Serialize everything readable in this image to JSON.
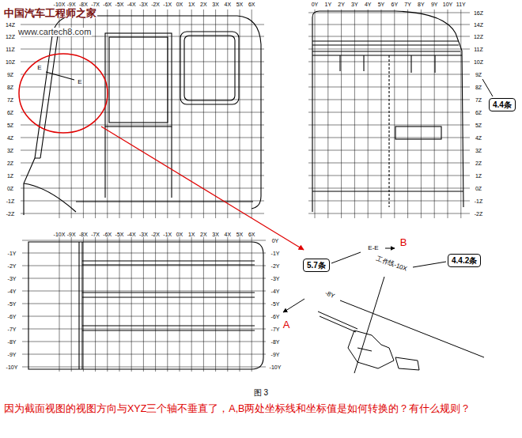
{
  "diagram": {
    "caption": "图 3",
    "nodes": [
      {
        "text": [
          "4.4条"
        ]
      },
      {
        "text": [
          "5.7条"
        ]
      },
      {
        "text": [
          "4.4.2条"
        ]
      }
    ],
    "labels": [
      "中国汽车工程师之家",
      "www.cartech8.com",
      "-10X",
      "-9X",
      "-8X",
      "-7X",
      "-6X",
      "-5X",
      "-4X",
      "-3X",
      "-2X",
      "-1X",
      "0X",
      "1X",
      "2X",
      "3X",
      "4X",
      "5X",
      "6X",
      "14Z",
      "12Z",
      "11Z",
      "10Z",
      "9Z",
      "8Z",
      "7Z",
      "6Z",
      "5Z",
      "4Z",
      "3Z",
      "2Z",
      "1Z",
      "0Z",
      "-1Z",
      "-2Z",
      "E",
      "E",
      "0Y",
      "1Y",
      "2Y",
      "3Y",
      "4Y",
      "5Y",
      "6Y",
      "7Y",
      "8Y",
      "9Y",
      "10Y",
      "11Y",
      "16Z",
      "14Z",
      "12Z",
      "11Z",
      "10Z",
      "9Z",
      "8Z",
      "7Z",
      "6Z",
      "5Z",
      "4Z",
      "3Z",
      "2Z",
      "1Z",
      "0Z",
      "-1Z",
      "-2Z",
      "-10X",
      "-9X",
      "-8X",
      "-7X",
      "-6X",
      "-5X",
      "-4X",
      "-3X",
      "-2X",
      "-1X",
      "0X",
      "1X",
      "2X",
      "3X",
      "4X",
      "5X",
      "6X",
      "0Y",
      "-1Y",
      "-2Y",
      "-3Y",
      "-4Y",
      "-5Y",
      "-6Y",
      "-7Y",
      "-8Y",
      "-9Y",
      "-10Y",
      "-1Y",
      "-2Y",
      "-3Y",
      "-4Y",
      "-5Y",
      "-6Y",
      "-7Y",
      "-8Y",
      "-9Y",
      "-10Y",
      "A",
      "B",
      "E-E",
      "工作线-10X",
      "-8Y",
      "因为截面视图的视图方向与XYZ三个轴不垂直了，A,B两处坐标线和坐标值是如何转换的？有什么规则？"
    ]
  }
}
